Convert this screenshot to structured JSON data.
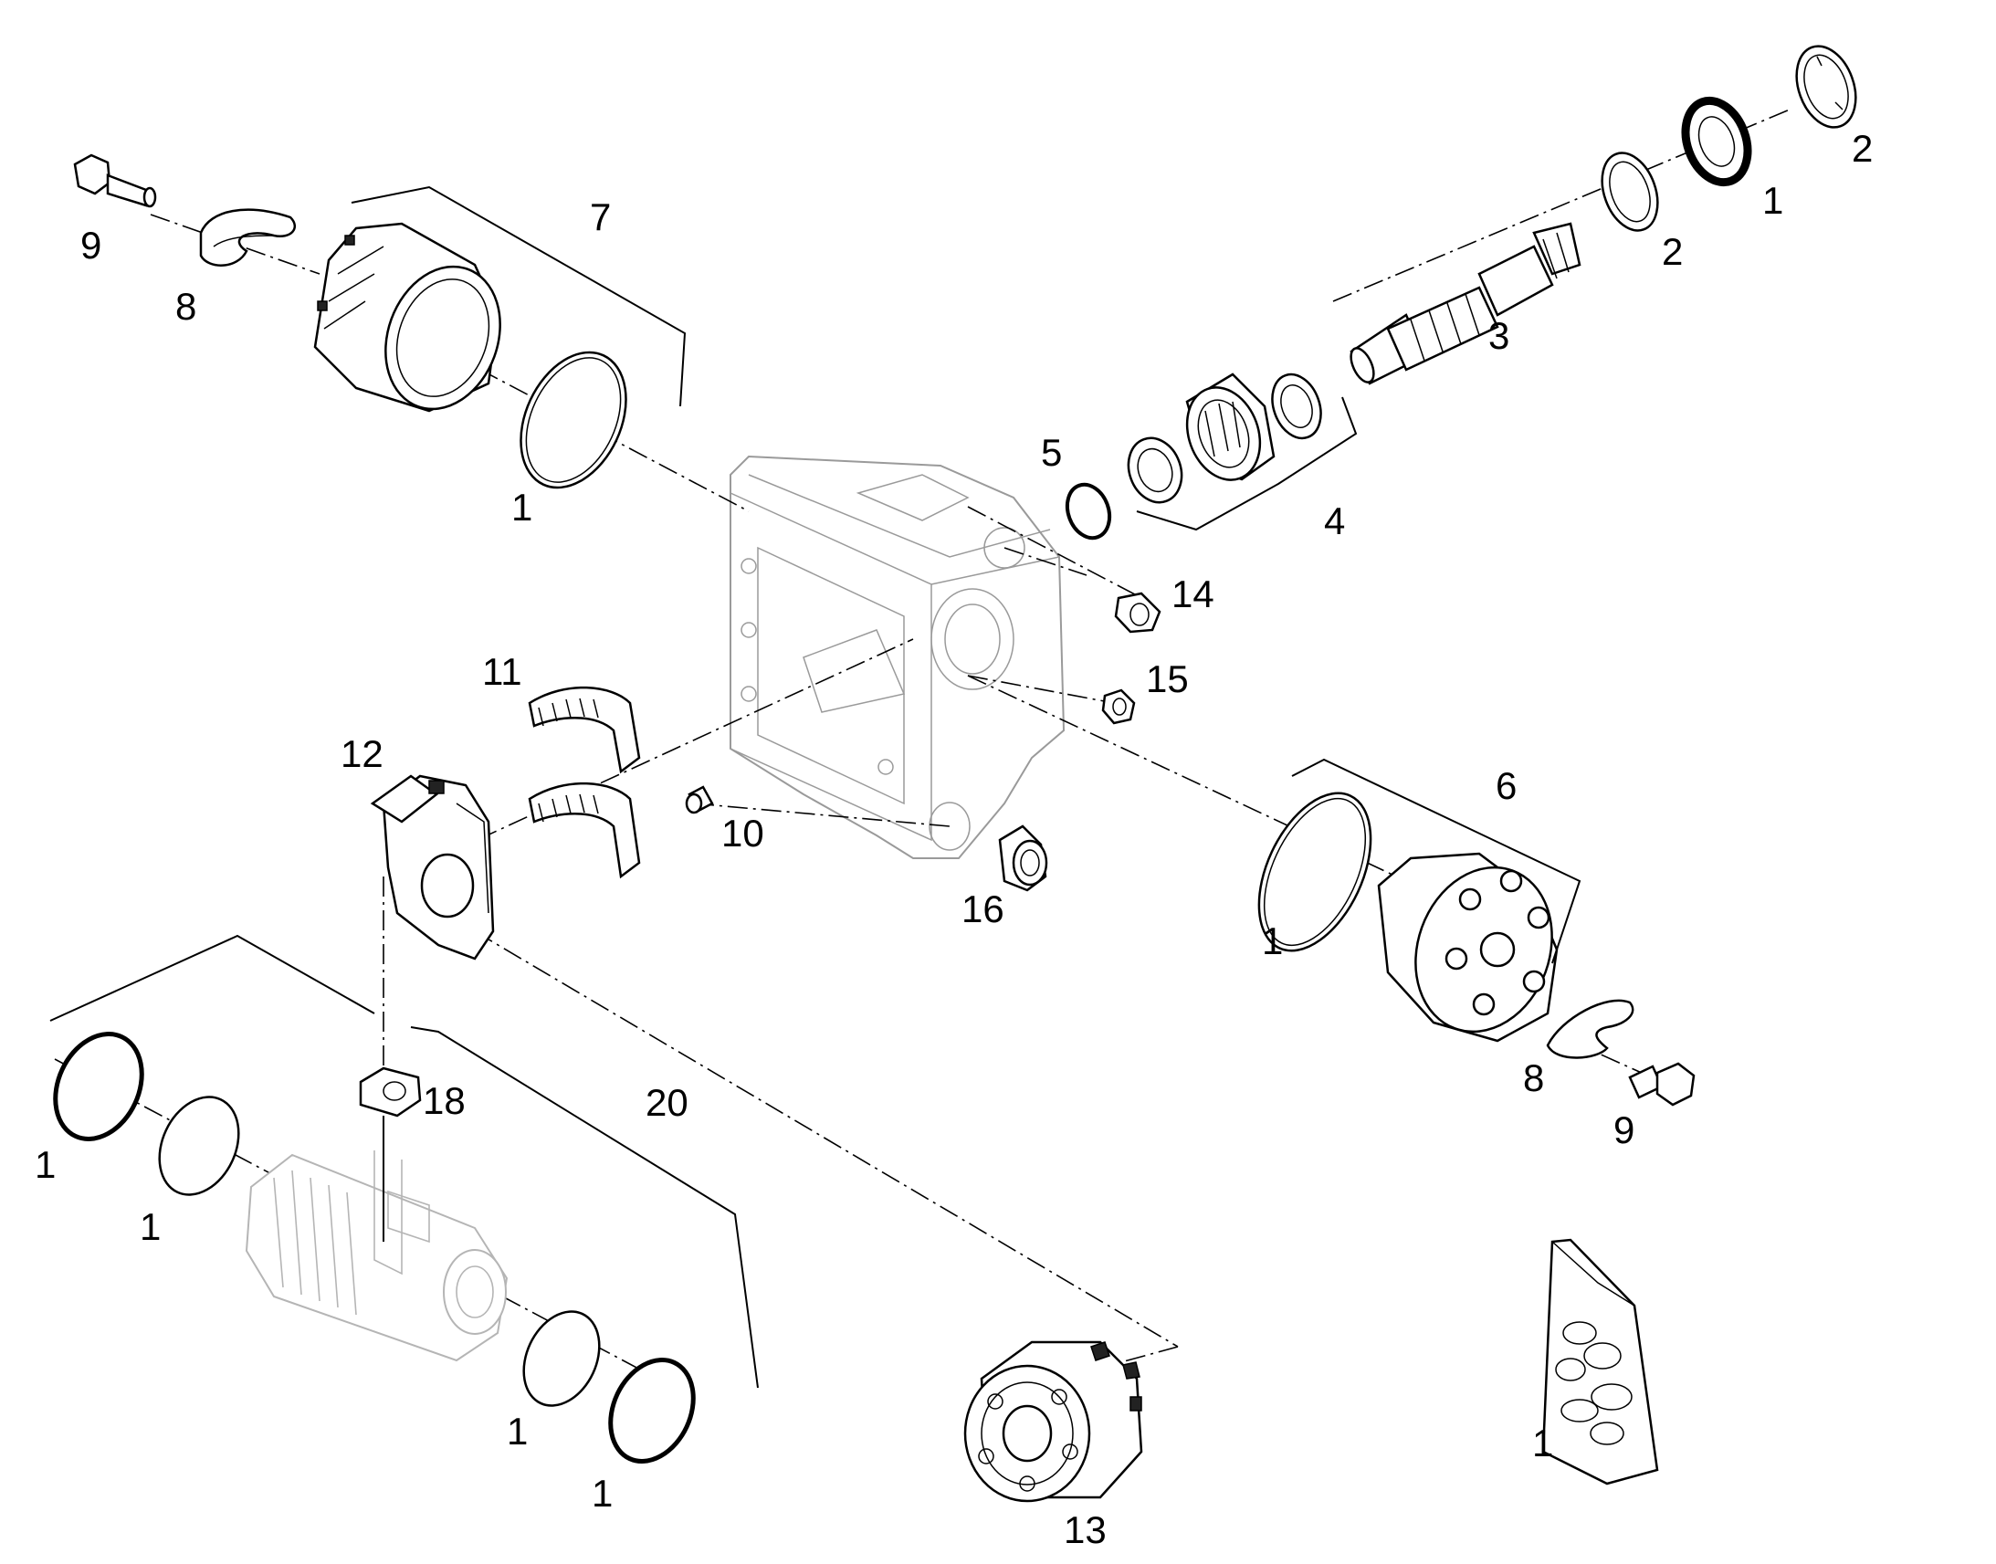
{
  "callouts": {
    "c9_top": "9",
    "c8_top": "8",
    "c7": "7",
    "c1_ring_top": "1",
    "c2_right_top": "2",
    "c1_seal_top": "1",
    "c2_right_mid": "2",
    "c3": "3",
    "c5": "5",
    "c4": "4",
    "c14": "14",
    "c15": "15",
    "c11": "11",
    "c12": "12",
    "c10": "10",
    "c16": "16",
    "c6": "6",
    "c1_ring_right": "1",
    "c8_right": "8",
    "c9_right": "9",
    "c18": "18",
    "c20": "20",
    "c1_left_a": "1",
    "c1_left_b": "1",
    "c1_left_c": "1",
    "c1_left_d": "1",
    "c13": "13",
    "c1_kit": "1"
  }
}
